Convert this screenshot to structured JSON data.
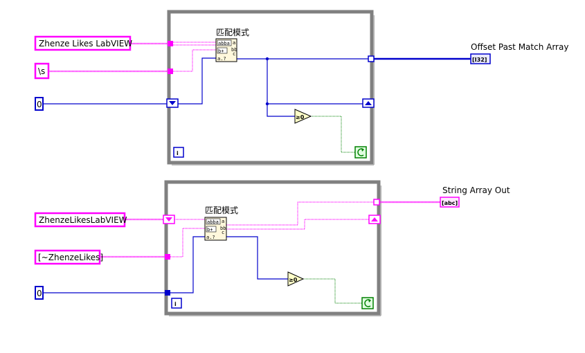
{
  "loop1": {
    "function_name": "匹配模式",
    "string_const": "Zhenze Likes LabVIEW",
    "regex_const": "\\s",
    "offset_const": "0",
    "indicator_label": "Offset Past Match Array",
    "indicator_type": "[I32]",
    "iteration_label": "i",
    "compare_label": "≥0"
  },
  "loop2": {
    "function_name": "匹配模式",
    "string_const": "ZhenzeLikesLabVIEW",
    "regex_const": "[~ZhenzeLikes]",
    "offset_const": "0",
    "indicator_label": "String Array Out",
    "indicator_type": "[abc]",
    "iteration_label": "i",
    "compare_label": "≥0"
  },
  "colors": {
    "string_wire": "#ff00ff",
    "numeric_wire": "#0000cc",
    "boolean_wire": "#008000",
    "loop_frame": "#808080"
  }
}
